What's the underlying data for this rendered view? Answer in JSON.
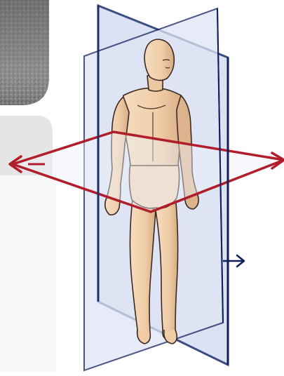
{
  "diagram": {
    "subject": "human-figure",
    "planes": [
      {
        "name": "sagittal-plane",
        "color": "#2a3d78",
        "fill": "#c9d2ec"
      },
      {
        "name": "coronal-plane",
        "color": "#0e1f5c",
        "fill": "#d7def2"
      },
      {
        "name": "transverse-plane",
        "color": "#b11d2b",
        "fill": "#e7ebf6"
      }
    ],
    "arrows": [
      {
        "name": "left-arrow",
        "color": "#b11d2b"
      },
      {
        "name": "right-arrow",
        "color": "#b11d2b"
      },
      {
        "name": "lateral-arrow",
        "color": "#0e1f5c"
      }
    ],
    "colors": {
      "skin": "#f3d7b6",
      "skin_shadow": "#d9b08a",
      "outline": "#3b2a22",
      "background_texture": "#8c8c8c"
    }
  }
}
